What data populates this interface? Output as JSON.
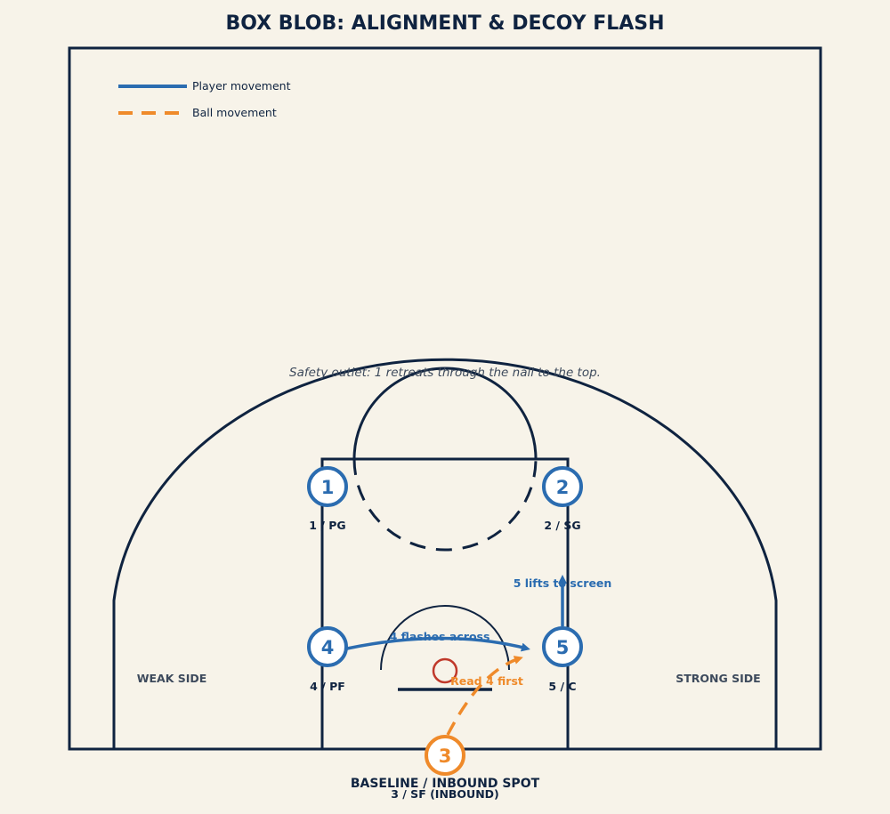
{
  "title": "BOX BLOB: ALIGNMENT & DECOY FLASH",
  "legend": {
    "player_movement": "Player movement",
    "ball_movement": "Ball movement"
  },
  "notes": {
    "safety_outlet": "Safety outlet: 1 retreats through the nail to the top."
  },
  "sides": {
    "weak": "WEAK SIDE",
    "strong": "STRONG SIDE"
  },
  "players": {
    "p1": {
      "number": "1",
      "label": "1 / PG"
    },
    "p2": {
      "number": "2",
      "label": "2 / SG"
    },
    "p3": {
      "number": "3",
      "label": "3 / SF (INBOUND)"
    },
    "p4": {
      "number": "4",
      "label": "4 / PF"
    },
    "p5": {
      "number": "5",
      "label": "5 / C"
    }
  },
  "actions": {
    "flash": "4 flashes across",
    "lift": "5 lifts to screen",
    "read": "Read 4 first"
  },
  "baseline": {
    "label": "BASELINE / INBOUND SPOT"
  },
  "colors": {
    "court": "#0f2340",
    "player": "#2b6cb0",
    "inbounder": "#ef8a2a",
    "rim": "#c0392b",
    "background": "#f7f3e9"
  }
}
